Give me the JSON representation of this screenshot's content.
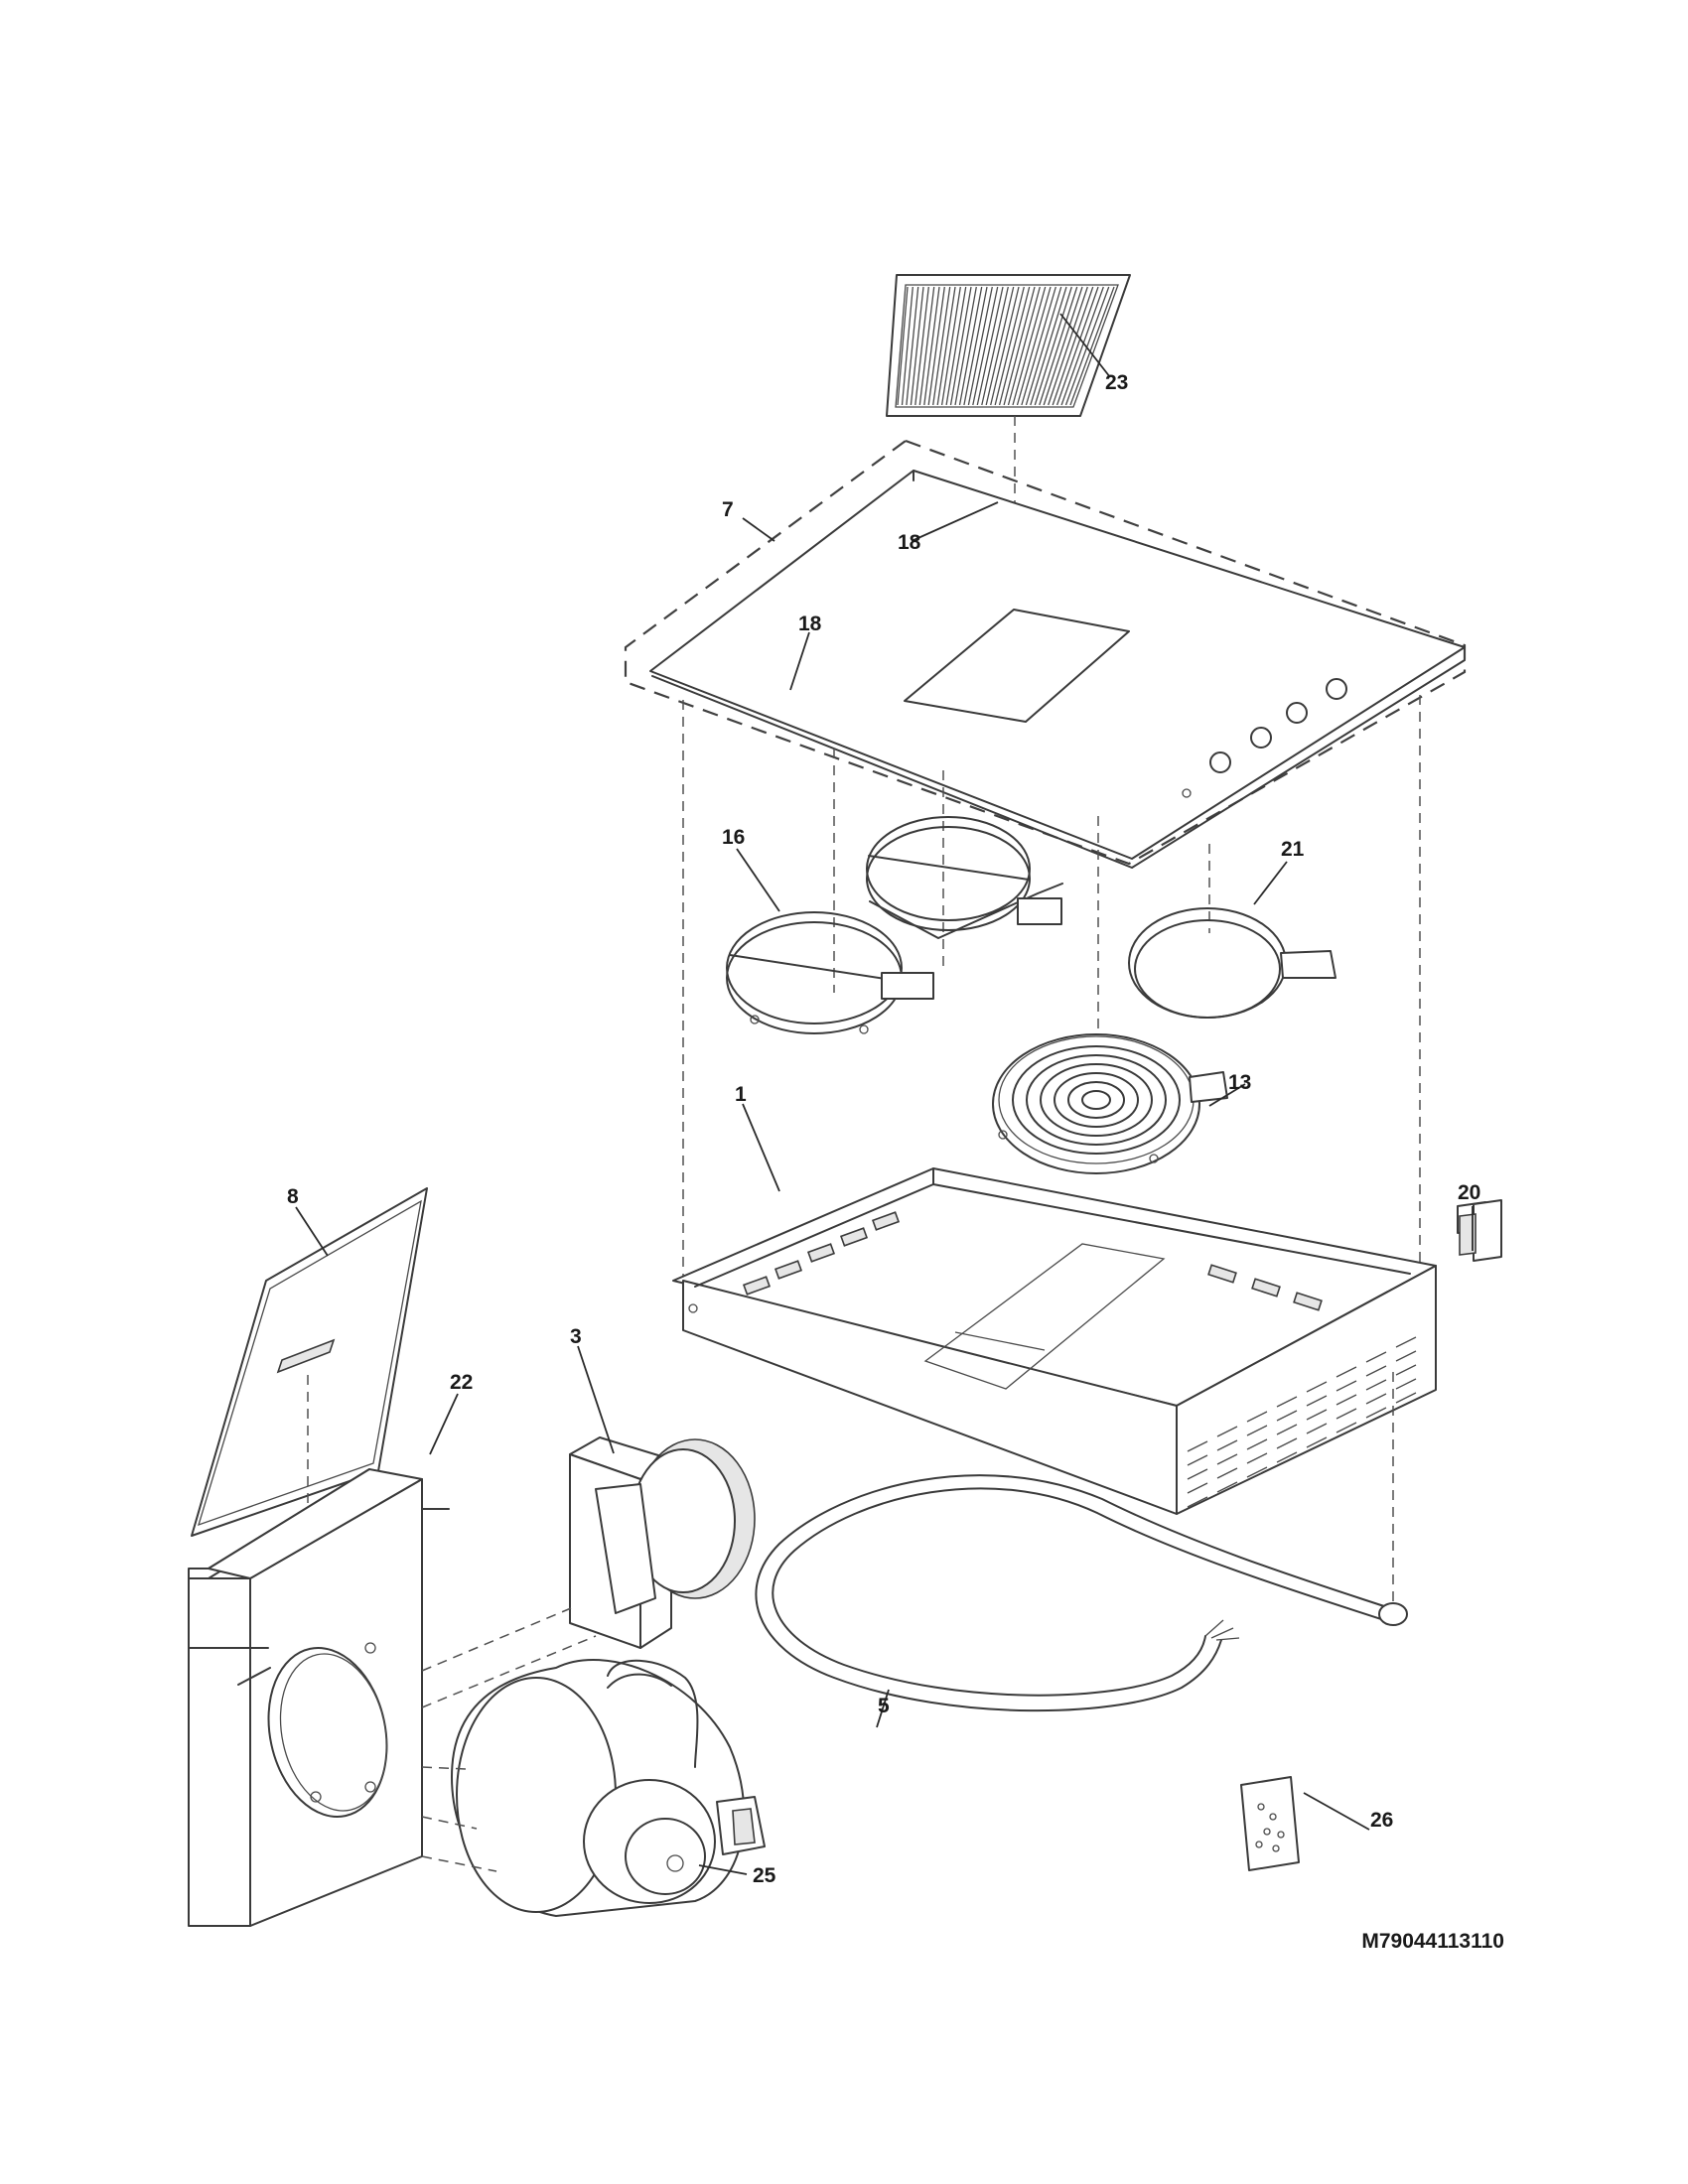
{
  "callouts": {
    "c1": "1",
    "c3": "3",
    "c5": "5",
    "c7": "7",
    "c8": "8",
    "c13": "13",
    "c16": "16",
    "c18a": "18",
    "c18b": "18",
    "c20": "20",
    "c21": "21",
    "c22": "22",
    "c23": "23",
    "c25": "25",
    "c26": "26"
  },
  "diagram_code": "M79044113110"
}
